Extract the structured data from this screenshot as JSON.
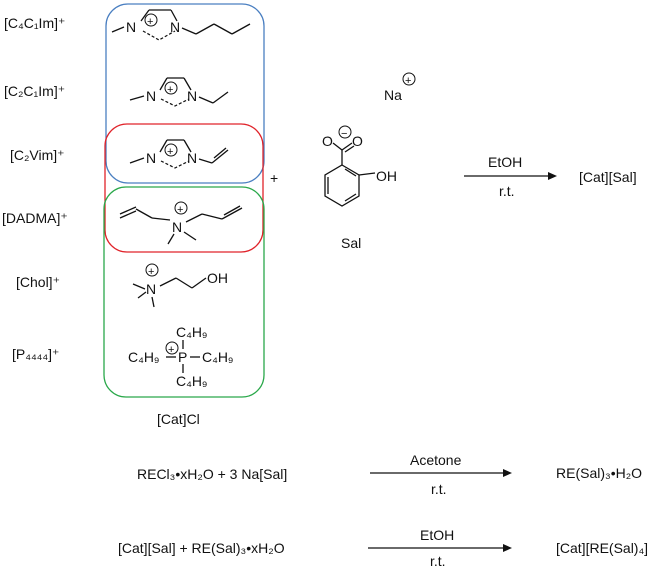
{
  "cations": [
    {
      "label": "[C₄C₁Im]⁺"
    },
    {
      "label": "[C₂C₁Im]⁺"
    },
    {
      "label": "[C₂Vim]⁺"
    },
    {
      "label": "[DADMA]⁺"
    },
    {
      "label": "[Chol]⁺"
    },
    {
      "label": "[P₄₄₄₄]⁺"
    }
  ],
  "cat_group_label": "[Cat]Cl",
  "plus_sign": "+",
  "sodium": "Na",
  "sal_label": "Sal",
  "atoms": {
    "N": "N",
    "P": "P",
    "O": "O",
    "OH": "OH",
    "C4H9": "C₄H₉"
  },
  "colors": {
    "box_blue": "#4a7fc1",
    "box_red": "#e0232a",
    "box_green": "#2aa84a"
  },
  "reactions": [
    {
      "reactants": "",
      "condition_top": "EtOH",
      "condition_bottom": "r.t.",
      "product": "[Cat][Sal]"
    },
    {
      "reactants": "RECl₃•xH₂O  +  3 Na[Sal]",
      "condition_top": "Acetone",
      "condition_bottom": "r.t.",
      "product": "RE(Sal)₃•H₂O"
    },
    {
      "reactants": "[Cat][Sal]  +  RE(Sal)₃•xH₂O",
      "condition_top": "EtOH",
      "condition_bottom": "r.t.",
      "product": "[Cat][RE(Sal)₄]"
    }
  ]
}
